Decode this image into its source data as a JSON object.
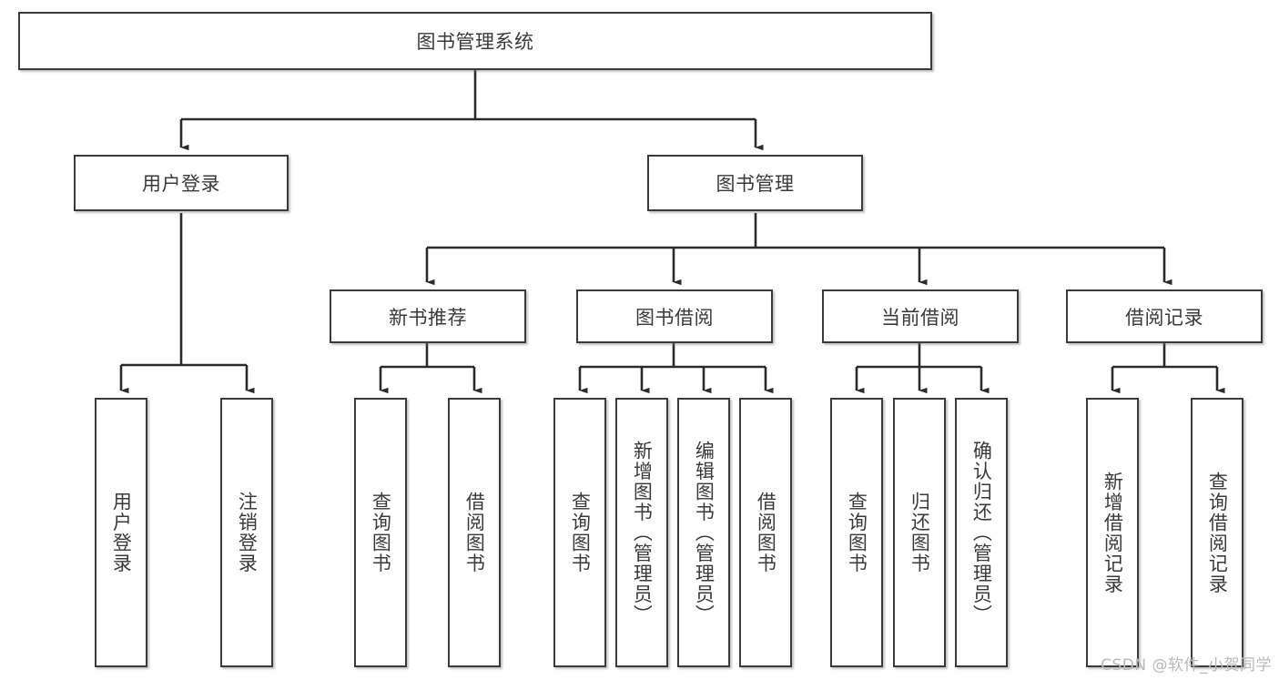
{
  "diagram": {
    "title": "图书管理系统",
    "type": "tree-hierarchy-chart",
    "root": {
      "label": "图书管理系统"
    },
    "level2": [
      {
        "label": "用户登录"
      },
      {
        "label": "图书管理"
      }
    ],
    "level3": [
      {
        "label": "新书推荐"
      },
      {
        "label": "图书借阅"
      },
      {
        "label": "当前借阅"
      },
      {
        "label": "借阅记录"
      }
    ],
    "leaves": {
      "user_login": [
        {
          "label": "用户登录"
        },
        {
          "label": "注销登录"
        }
      ],
      "new_book_recommend": [
        {
          "label": "查询图书"
        },
        {
          "label": "借阅图书"
        }
      ],
      "book_borrow": [
        {
          "label": "查询图书"
        },
        {
          "label": "新增图书（管理员）"
        },
        {
          "label": "编辑图书（管理员）"
        },
        {
          "label": "借阅图书"
        }
      ],
      "current_borrow": [
        {
          "label": "查询图书"
        },
        {
          "label": "归还图书"
        },
        {
          "label": "确认归还（管理员）"
        }
      ],
      "borrow_record": [
        {
          "label": "新增借阅记录"
        },
        {
          "label": "查询借阅记录"
        }
      ]
    }
  },
  "watermark": {
    "text": "CSDN @软件_小贺同学"
  },
  "colors": {
    "box_border": "#3b3b3b",
    "box_fill": "#ffffff",
    "text": "#3a3a3a",
    "connector": "#2b2b2b",
    "watermark": "#b9b9b9",
    "background": "#ffffff"
  }
}
